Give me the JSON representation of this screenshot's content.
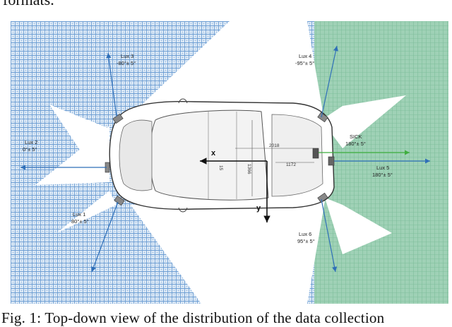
{
  "header_text": "formats.",
  "caption": "Fig. 1: Top-down view of the distribution of the data collection",
  "sensors": {
    "lux1": {
      "name": "Lux 1",
      "angle": "80°± 5°"
    },
    "lux2": {
      "name": "Lux 2",
      "angle": "0°± 5°"
    },
    "lux3": {
      "name": "Lux 3",
      "angle": "-80°± 5°"
    },
    "lux4": {
      "name": "Lux 4",
      "angle": "-95°± 5°"
    },
    "lux5": {
      "name": "Lux 5",
      "angle": "180°± 5°"
    },
    "lux6": {
      "name": "Lux 6",
      "angle": "95°± 5°"
    },
    "sick": {
      "name": "SICK",
      "angle": "180°± 5°"
    }
  },
  "axes": {
    "x": "x",
    "y": "y"
  },
  "dimensions": {
    "d1": "2018",
    "d2": "1172",
    "d3": "1366",
    "d4": "15"
  },
  "colors": {
    "grid_blue": "#3f7fc4",
    "green_zone": "#84c4a2",
    "beam_white": "#ffffff",
    "arrow_blue": "#2f6fb8",
    "arrow_green": "#3fae3f"
  }
}
